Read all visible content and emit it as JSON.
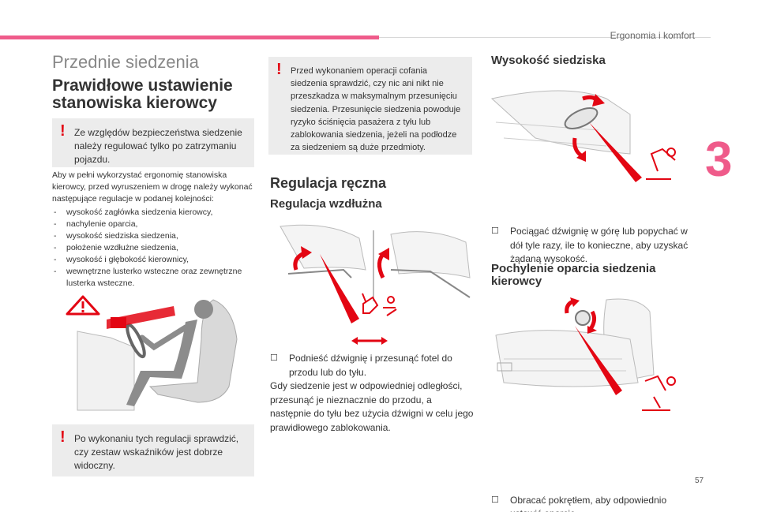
{
  "header": {
    "section_name": "Ergonomia i komfort",
    "chapter_number": "3",
    "page_number": "57",
    "accent_color": "#ef5b8a"
  },
  "left": {
    "page_title": "Przednie siedzenia",
    "heading": "Prawidłowe ustawienie stanowiska kierowcy",
    "warning1": "Ze względów bezpieczeństwa siedzenie należy regulować tylko po zatrzymaniu pojazdu.",
    "intro": "Aby w pełni wykorzystać ergonomię stanowiska kierowcy, przed wyruszeniem w drogę należy wykonać następujące regulacje w podanej kolejności:",
    "steps": [
      "wysokość zagłówka siedzenia kierowcy,",
      "nachylenie oparcia,",
      "wysokość siedziska siedzenia,",
      "położenie wzdłużne siedzenia,",
      "wysokość i głębokość kierownicy,",
      "wewnętrzne lusterko wsteczne oraz zewnętrzne lusterka wsteczne."
    ],
    "warning2": "Po wykonaniu tych regulacji sprawdzić, czy zestaw wskaźników jest dobrze widoczny."
  },
  "middle": {
    "warning": "Przed wykonaniem operacji cofania siedzenia sprawdzić, czy nic ani nikt nie przeszkadza w maksymalnym przesunięciu siedzenia. Przesunięcie siedzenia powoduje ryzyko ściśnięcia pasażera z tyłu lub zablokowania siedzenia, jeżeli na podłodze za siedzeniem są duże przedmioty.",
    "heading": "Regulacja ręczna",
    "subheading": "Regulacja wzdłużna",
    "bullet": "Podnieść dźwignię i przesunąć fotel do przodu lub do tyłu.",
    "text": "Gdy siedzenie jest w odpowiedniej odległości, przesunąć je nieznacznie do przodu, a następnie do tyłu bez użycia dźwigni w celu jego prawidłowego zablokowania."
  },
  "right": {
    "heading1": "Wysokość siedziska",
    "bullet1": "Pociągać dźwignię w górę lub popychać w dół tyle razy, ile to konieczne, aby uzyskać żądaną wysokość.",
    "heading2": "Pochylenie oparcia siedzenia kierowcy",
    "bullet2": "Obracać pokrętłem, aby odpowiednio ustawić oparcie."
  }
}
